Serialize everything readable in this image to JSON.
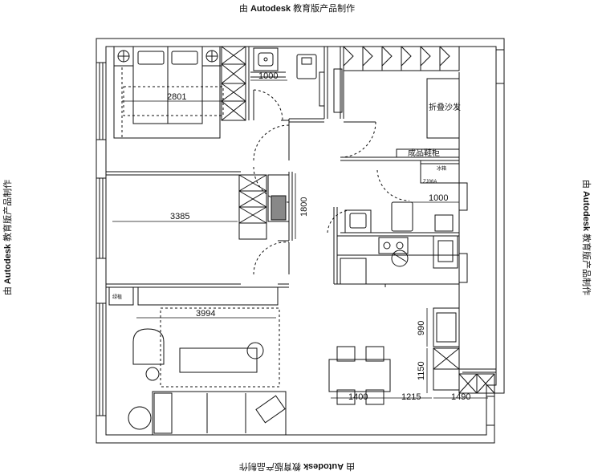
{
  "watermark": {
    "prefix": "由",
    "brand": "Autodesk",
    "suffix": "教育版产品制作"
  },
  "dimensions": {
    "master_bed_width": "2801",
    "bath_width": "1000",
    "bedroom2_width": "3385",
    "corridor_length": "1800",
    "kitchen_width": "1000",
    "living_width": "3994",
    "utility_width": "990",
    "dining_depth": "1150",
    "dining_width": "1400",
    "gap_width": "1215",
    "balcony_width": "1490"
  },
  "labels": {
    "sofa": "折叠沙发",
    "cabinet": "成品鞋柜",
    "fridge": "冰箱",
    "plant": "绿植",
    "appliance": "ZJ06A"
  },
  "colors": {
    "line": "#111111",
    "hatch": "#444444"
  }
}
